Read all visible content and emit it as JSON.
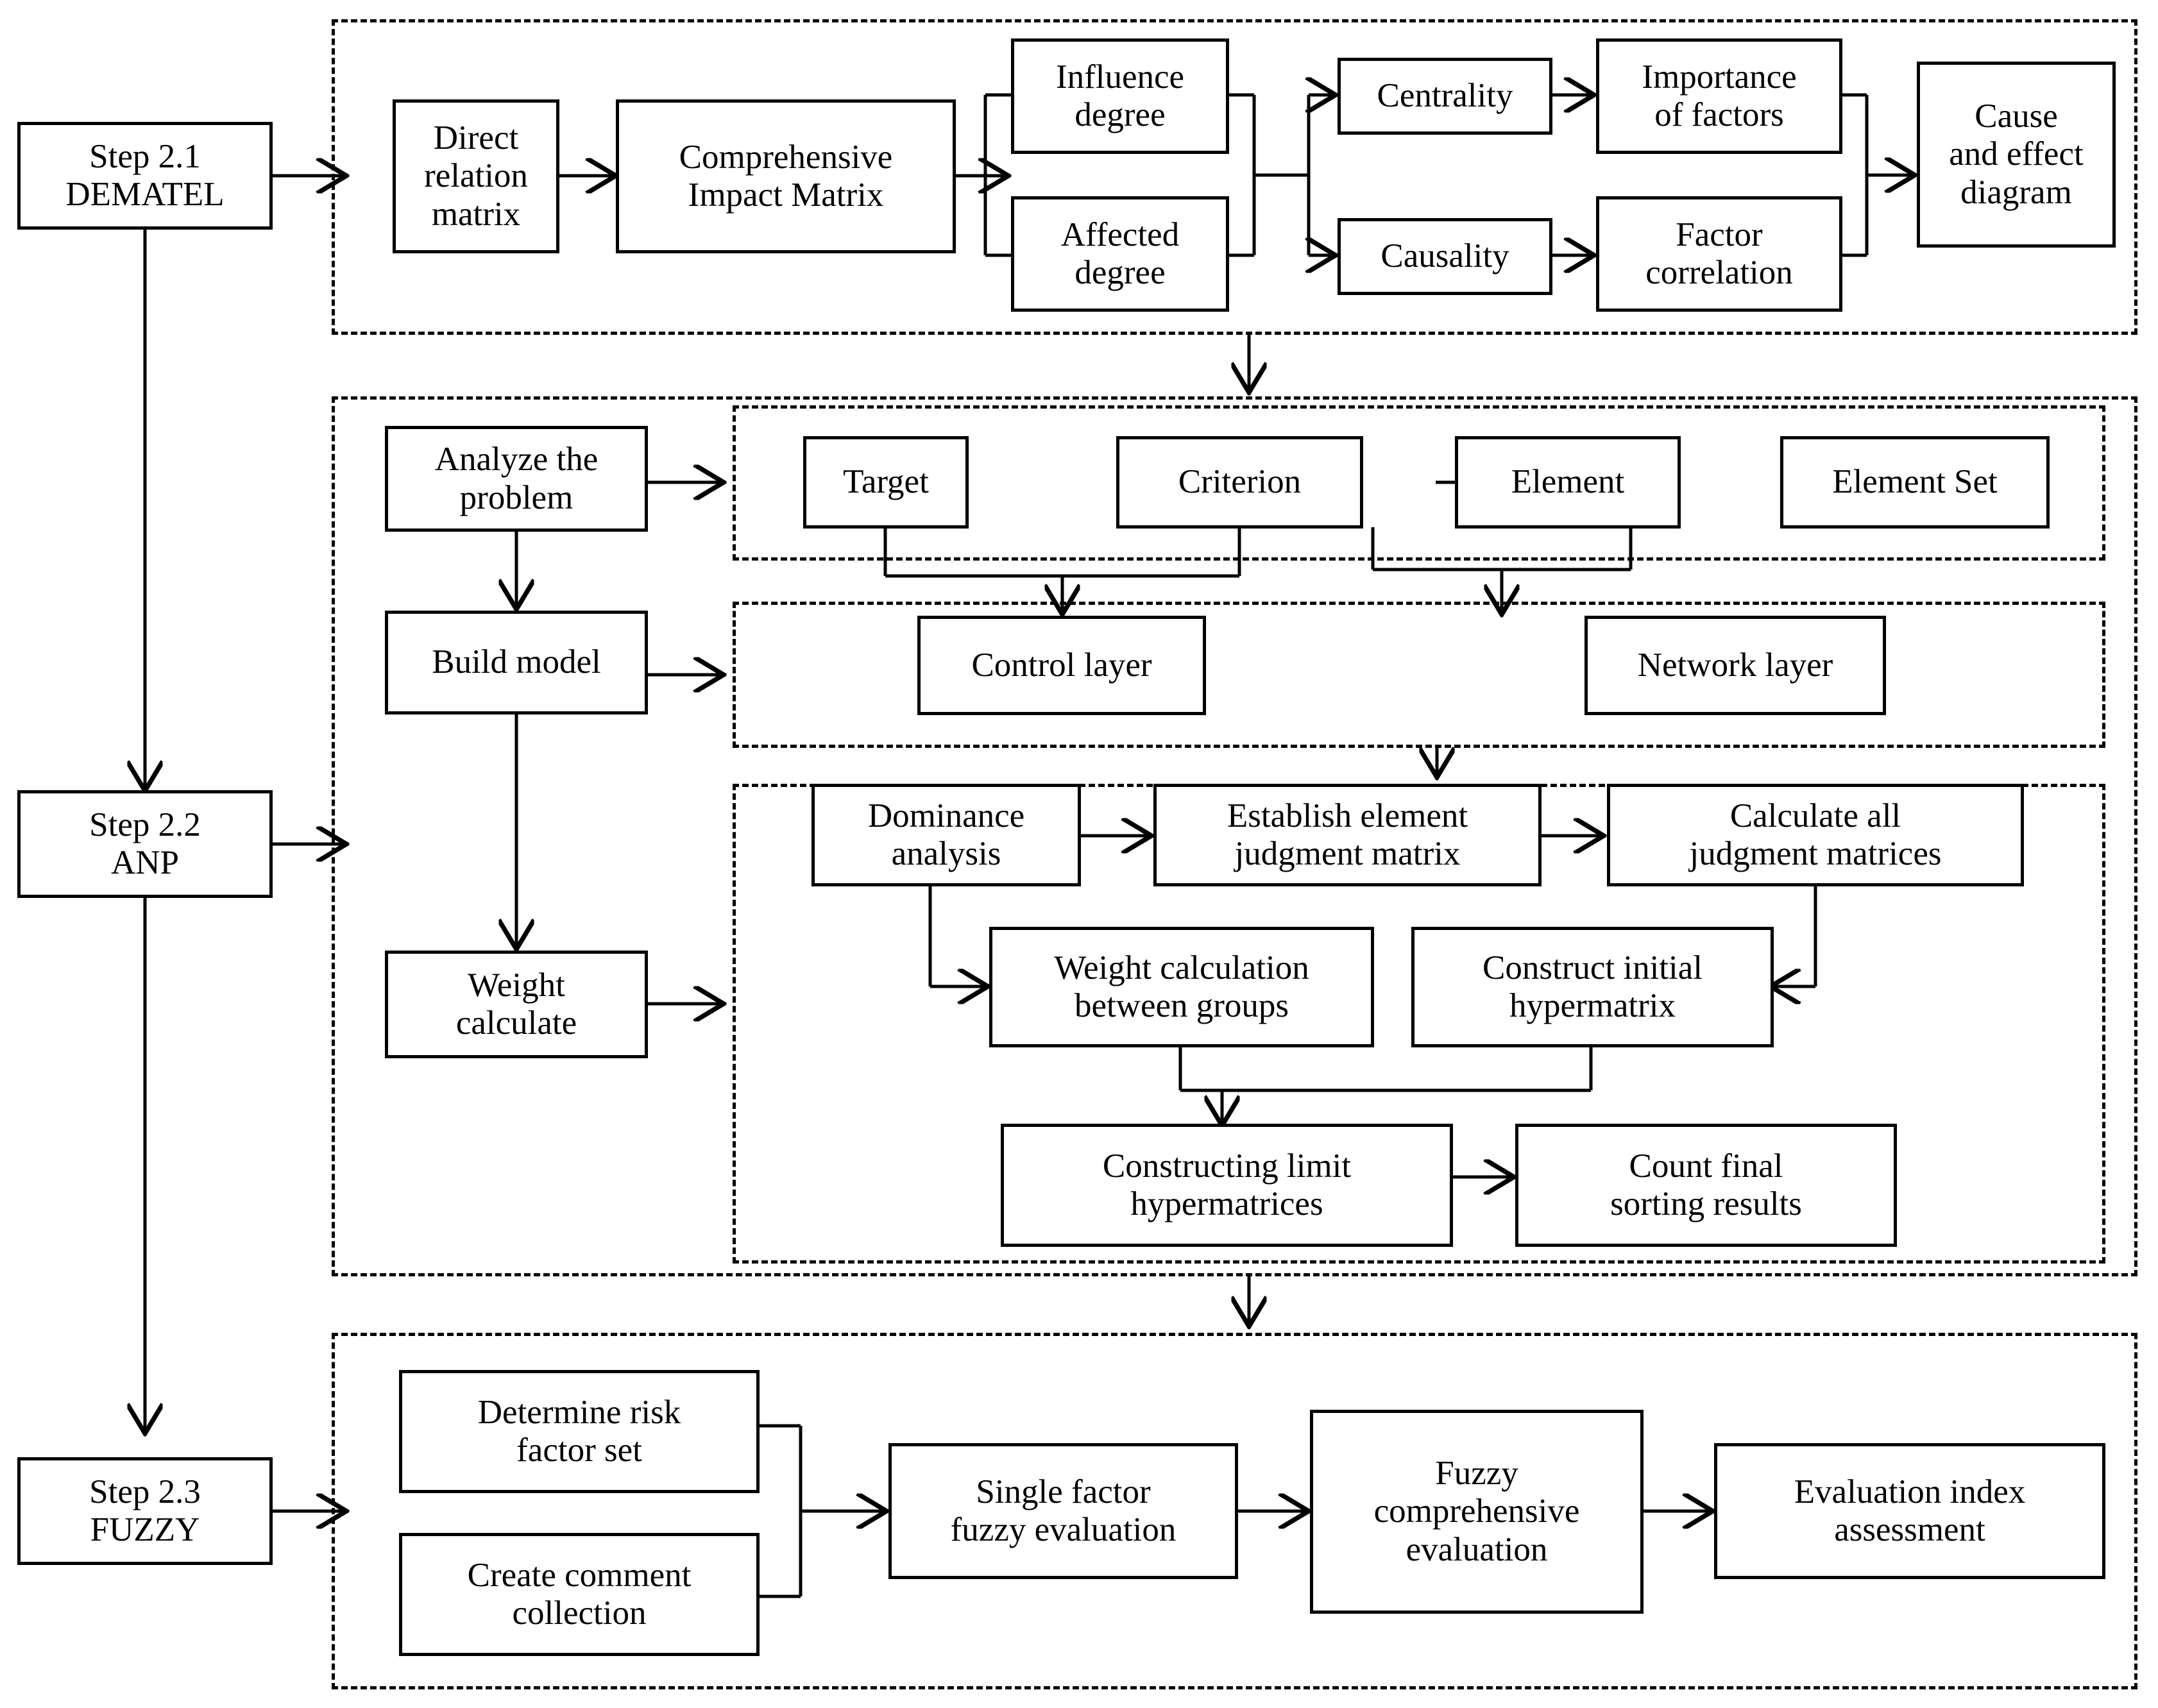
{
  "diagram": {
    "title": "DEMATEL-ANP-FUZZY methodology flowchart",
    "stroke_color": "#000000",
    "background_color": "#ffffff"
  },
  "steps": [
    {
      "id": "step-2-1",
      "label": "Step 2.1\nDEMATEL"
    },
    {
      "id": "step-2-2",
      "label": "Step 2.2\nANP"
    },
    {
      "id": "step-2-3",
      "label": "Step 2.3\nFUZZY"
    }
  ],
  "dematel": {
    "nodes": [
      {
        "id": "direct-relation-matrix",
        "label": "Direct\nrelation\nmatrix"
      },
      {
        "id": "comprehensive-impact-matrix",
        "label": "Comprehensive\nImpact Matrix"
      },
      {
        "id": "influence-degree",
        "label": "Influence\ndegree"
      },
      {
        "id": "affected-degree",
        "label": "Affected\ndegree"
      },
      {
        "id": "centrality",
        "label": "Centrality"
      },
      {
        "id": "causality",
        "label": "Causality"
      },
      {
        "id": "importance-of-factors",
        "label": "Importance\nof factors"
      },
      {
        "id": "factor-correlation",
        "label": "Factor\ncorrelation"
      },
      {
        "id": "cause-and-effect-diagram",
        "label": "Cause\nand effect\ndiagram"
      }
    ]
  },
  "anp": {
    "left_nodes": [
      {
        "id": "analyze-the-problem",
        "label": "Analyze the\nproblem"
      },
      {
        "id": "build-model",
        "label": "Build model"
      },
      {
        "id": "weight-calculate",
        "label": "Weight\ncalculate"
      }
    ],
    "structure_nodes": [
      {
        "id": "target",
        "label": "Target"
      },
      {
        "id": "criterion",
        "label": "Criterion"
      },
      {
        "id": "element",
        "label": "Element"
      },
      {
        "id": "element-set",
        "label": "Element Set"
      }
    ],
    "layer_nodes": [
      {
        "id": "control-layer",
        "label": "Control layer"
      },
      {
        "id": "network-layer",
        "label": "Network layer"
      }
    ],
    "calculation_nodes": [
      {
        "id": "dominance-analysis",
        "label": "Dominance\nanalysis"
      },
      {
        "id": "establish-element-judgment-matrix",
        "label": "Establish element\njudgment matrix"
      },
      {
        "id": "calculate-all-judgment-matrices",
        "label": "Calculate all\njudgment matrices"
      },
      {
        "id": "weight-calculation-between-groups",
        "label": "Weight calculation\nbetween groups"
      },
      {
        "id": "construct-initial-hypermatrix",
        "label": "Construct initial\nhypermatrix"
      },
      {
        "id": "constructing-limit-hypermatrices",
        "label": "Constructing limit\nhypermatrices"
      },
      {
        "id": "count-final-sorting-results",
        "label": "Count final\nsorting results"
      }
    ]
  },
  "fuzzy": {
    "nodes": [
      {
        "id": "determine-risk-factor-set",
        "label": "Determine risk\nfactor set"
      },
      {
        "id": "create-comment-collection",
        "label": "Create comment\ncollection"
      },
      {
        "id": "single-factor-fuzzy-evaluation",
        "label": "Single factor\nfuzzy evaluation"
      },
      {
        "id": "fuzzy-comprehensive-evaluation",
        "label": "Fuzzy\ncomprehensive\nevaluation"
      },
      {
        "id": "evaluation-index-assessment",
        "label": "Evaluation index\nassessment"
      }
    ]
  }
}
